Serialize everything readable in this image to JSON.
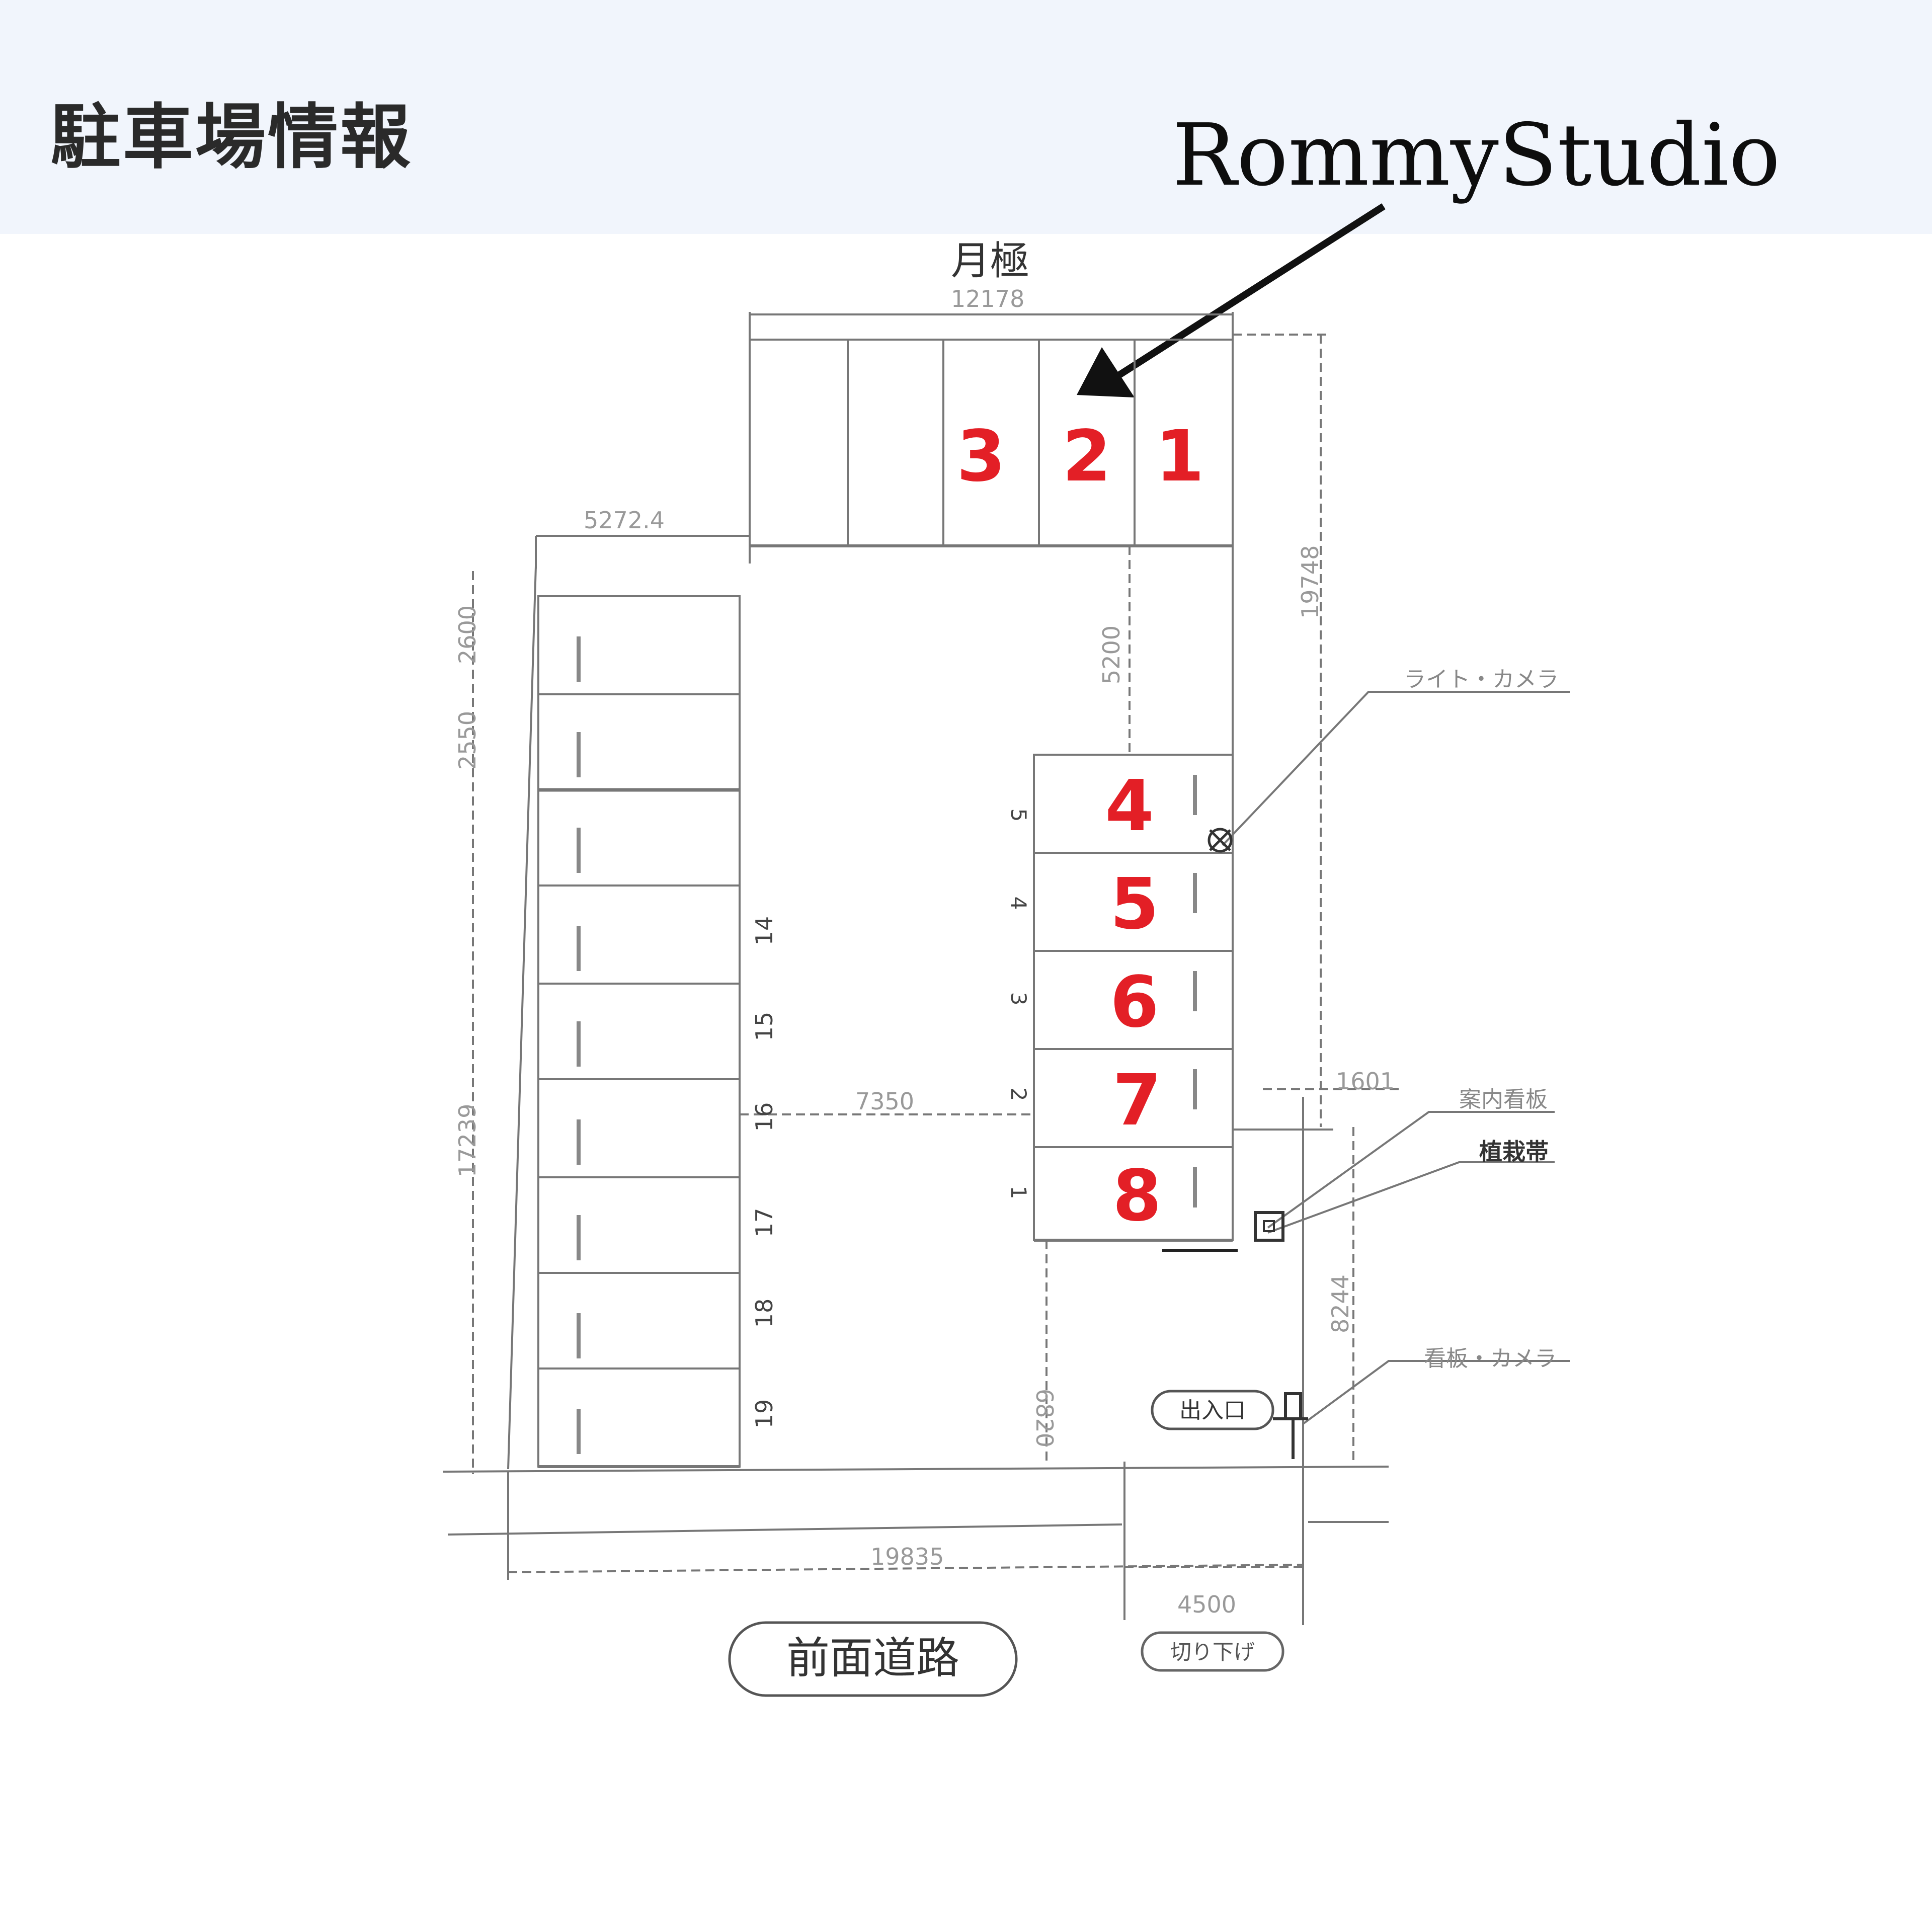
{
  "header": {
    "title": "駐車場情報",
    "caption": "RommyStudio"
  },
  "plan": {
    "top_label": "月極",
    "dims": {
      "top_width": "12178",
      "upper_left_offset": "5272.4",
      "left_stall_depth": "2600",
      "left_upper": "2550",
      "left_total": "17239",
      "right_height": "19748",
      "aisle_upper": "5200",
      "aisle_width": "7350",
      "right_offset": "1601",
      "aisle_lower": "6820",
      "right_lower": "8244",
      "bottom_width": "19835",
      "entrance_width": "4500"
    },
    "red_numbers_top": [
      "3",
      "2",
      "1"
    ],
    "red_numbers_right": [
      "4",
      "5",
      "6",
      "7",
      "8"
    ],
    "small_numbers_right": [
      "5",
      "4",
      "3",
      "2",
      "1"
    ],
    "left_numbers": [
      "14",
      "15",
      "16",
      "17",
      "18",
      "19"
    ],
    "labels": {
      "light_camera": "ライト・カメラ",
      "guide_sign": "案内看板",
      "hedge": "植栽帯",
      "sign_camera": "看板・カメラ",
      "entrance": "出入口",
      "front_road": "前面道路",
      "curb_cut": "切り下げ"
    },
    "colors": {
      "red": "#e31f26",
      "line": "#777777",
      "arrow": "#111111"
    }
  }
}
